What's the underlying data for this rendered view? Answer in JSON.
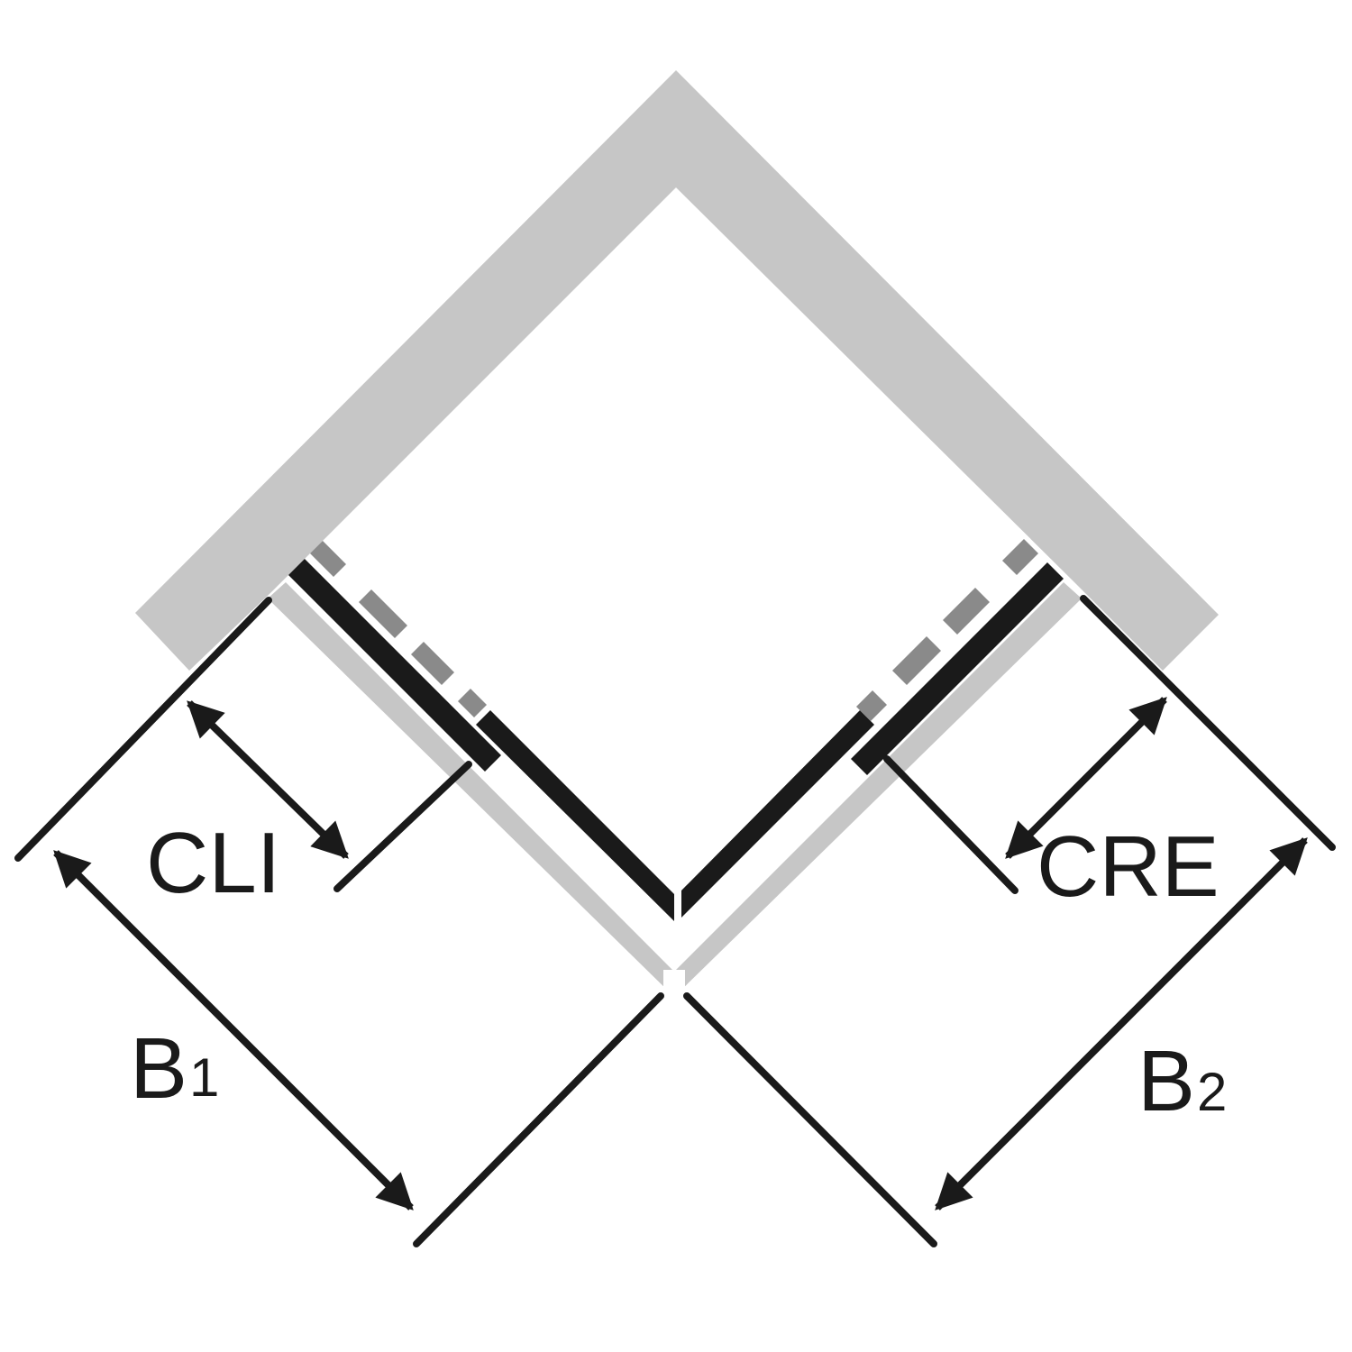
{
  "labels": {
    "cli": "CLI",
    "cre": "CRE",
    "b1_main": "B",
    "b1_sub": "1",
    "b2_main": "B",
    "b2_sub": "2"
  },
  "colors": {
    "wall": "#c6c6c6",
    "floor_edge": "#c6c6c6",
    "glass": "#1a1a1a",
    "door_dashed": "#8a8a8a",
    "dimension": "#1a1a1a",
    "background": "#ffffff"
  }
}
